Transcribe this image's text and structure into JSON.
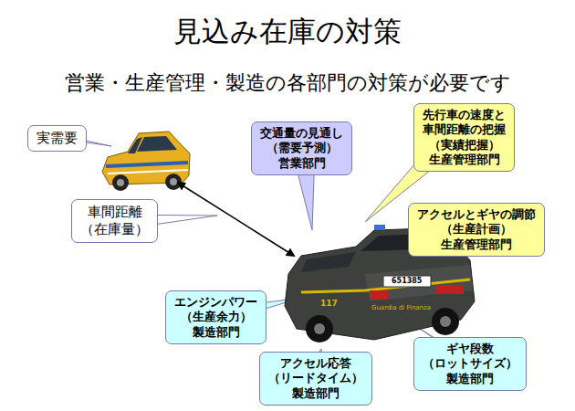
{
  "diagram": {
    "title": "見込み在庫の対策",
    "nodes": [
      {
        "text": [
          "実需要"
        ]
      },
      {
        "text": [
          "車間距離 （在庫量）"
        ]
      },
      {
        "text": [
          "交通量の見通し （需要予測） 営業部門"
        ]
      },
      {
        "text": [
          "先行車の速度と 車間距離の把握 （実績把握） 生産管理部門"
        ]
      },
      {
        "text": [
          "アクセルとギヤの調節 （生産計画） 生産管理部門"
        ]
      },
      {
        "text": [
          "エンジンパワー （生産余力） 製造部門"
        ]
      },
      {
        "text": [
          "アクセル応答 （リードタイム） 製造部門"
        ]
      },
      {
        "text": [
          "ギヤ段数 （ロットサイズ） 製造部門"
        ]
      }
    ],
    "labels": [
      "営業・生産管理・製造の各部門の対策が必要です",
      "651385",
      "117",
      "Guardia di Finanza"
    ]
  }
}
